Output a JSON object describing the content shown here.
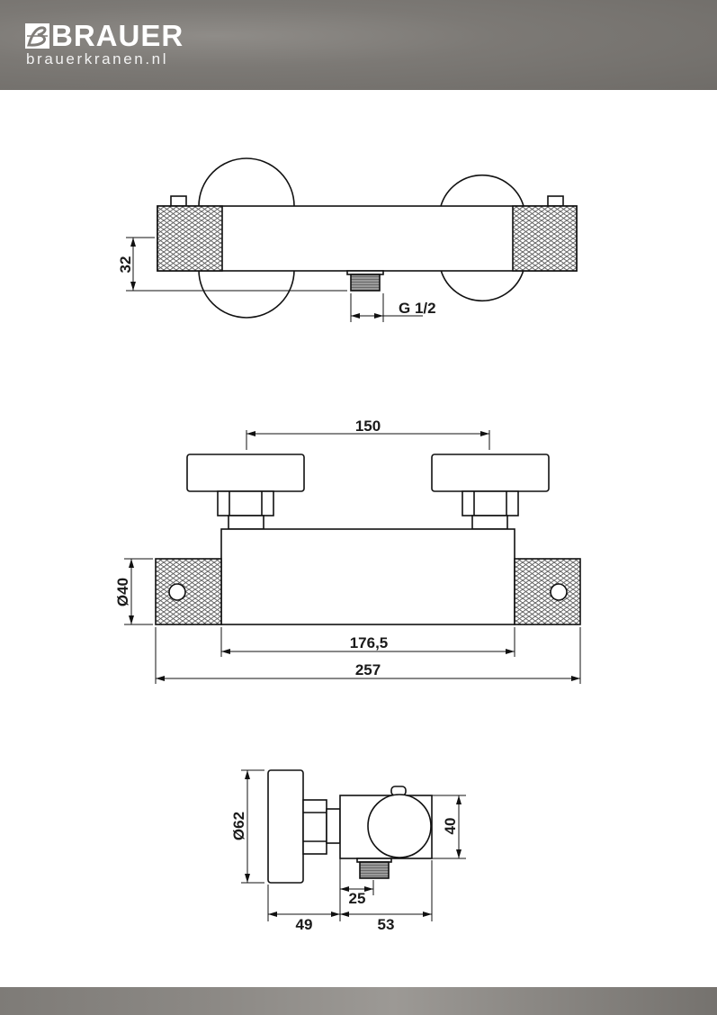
{
  "header": {
    "brand": "BRAUER",
    "url": "brauerkranen.nl",
    "logo_icon": "brauer-b-monogram-icon"
  },
  "drawings": {
    "top_view": {
      "dimensions": {
        "depth": "32",
        "outlet_thread": "G 1/2"
      }
    },
    "front_view": {
      "dimensions": {
        "inlet_spacing": "150",
        "diameter": "Ø40",
        "body_length": "176,5",
        "total_length": "257"
      }
    },
    "side_view": {
      "dimensions": {
        "cover_diameter": "Ø62",
        "body_height": "40",
        "outlet_offset": "25",
        "wall_to_body": "49",
        "body_depth": "53"
      }
    }
  }
}
